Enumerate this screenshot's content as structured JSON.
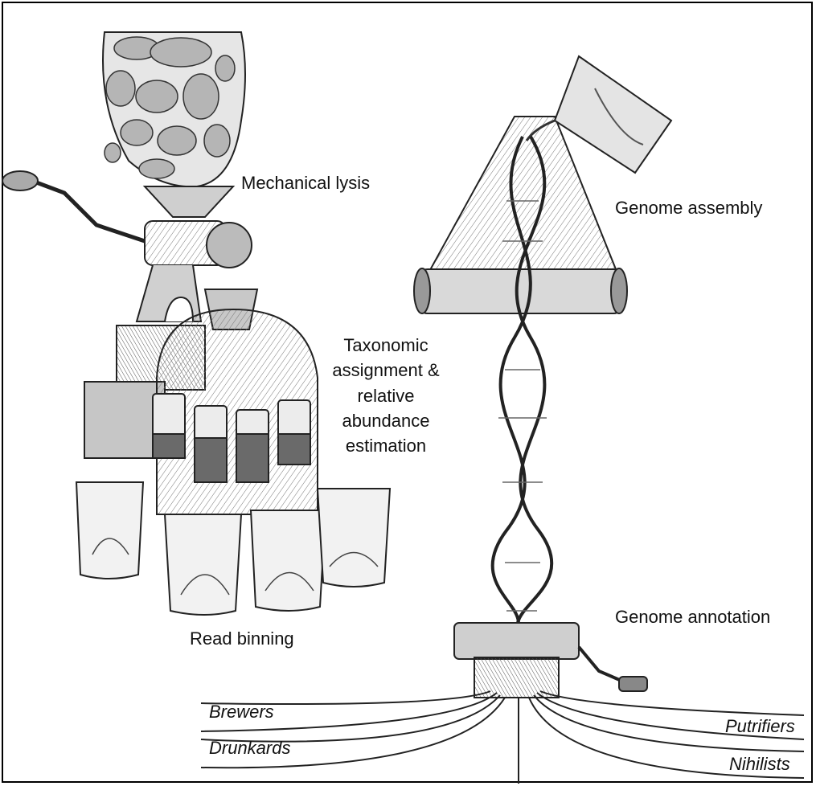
{
  "labels": {
    "mechanical_lysis": "Mechanical lysis",
    "genome_assembly": "Genome assembly",
    "taxonomic_1": "Taxonomic",
    "taxonomic_2": "assignment &",
    "taxonomic_3": "relative",
    "taxonomic_4": "abundance",
    "taxonomic_5": "estimation",
    "read_binning": "Read binning",
    "genome_annotation": "Genome annotation"
  },
  "ribbons": {
    "brewers": "Brewers",
    "drunkards": "Drunkards",
    "putrifiers": "Putrifiers",
    "nihilists": "Nihilists"
  },
  "colors": {
    "ink": "#222222",
    "shade": "#9a9a9a",
    "light": "#d8d8d8",
    "paper": "#ffffff"
  }
}
